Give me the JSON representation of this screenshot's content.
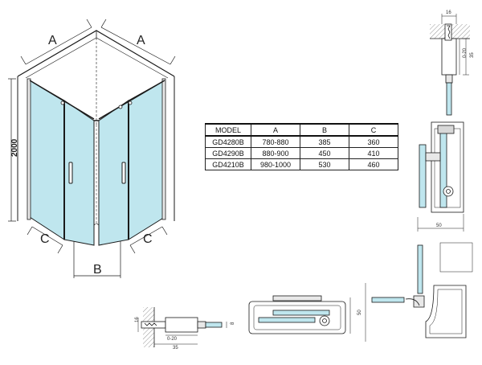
{
  "main_view": {
    "dim_a_left": "A",
    "dim_a_right": "A",
    "dim_height": "2000",
    "dim_c_left": "C",
    "dim_c_right": "C",
    "dim_b": "B"
  },
  "spec_table": {
    "headers": [
      "MODEL",
      "A",
      "B",
      "C"
    ],
    "rows": [
      [
        "GD4280B",
        "780-880",
        "385",
        "360"
      ],
      [
        "GD4290B",
        "880-900",
        "450",
        "410"
      ],
      [
        "GD4210B",
        "980-1000",
        "530",
        "460"
      ]
    ]
  },
  "details": {
    "wall_profile_top": {
      "width": "16",
      "adjust": "0-20",
      "depth": "35"
    },
    "handle_section": {
      "width": "50"
    },
    "wall_profile_bottom": {
      "width": "16",
      "depth": "35",
      "adjust": "0-20",
      "height": "8"
    },
    "door_section": {
      "height": "50"
    }
  },
  "colors": {
    "glass": "#bfe6ee",
    "line": "#1a1a1a",
    "wall": "#d8d8d8"
  }
}
